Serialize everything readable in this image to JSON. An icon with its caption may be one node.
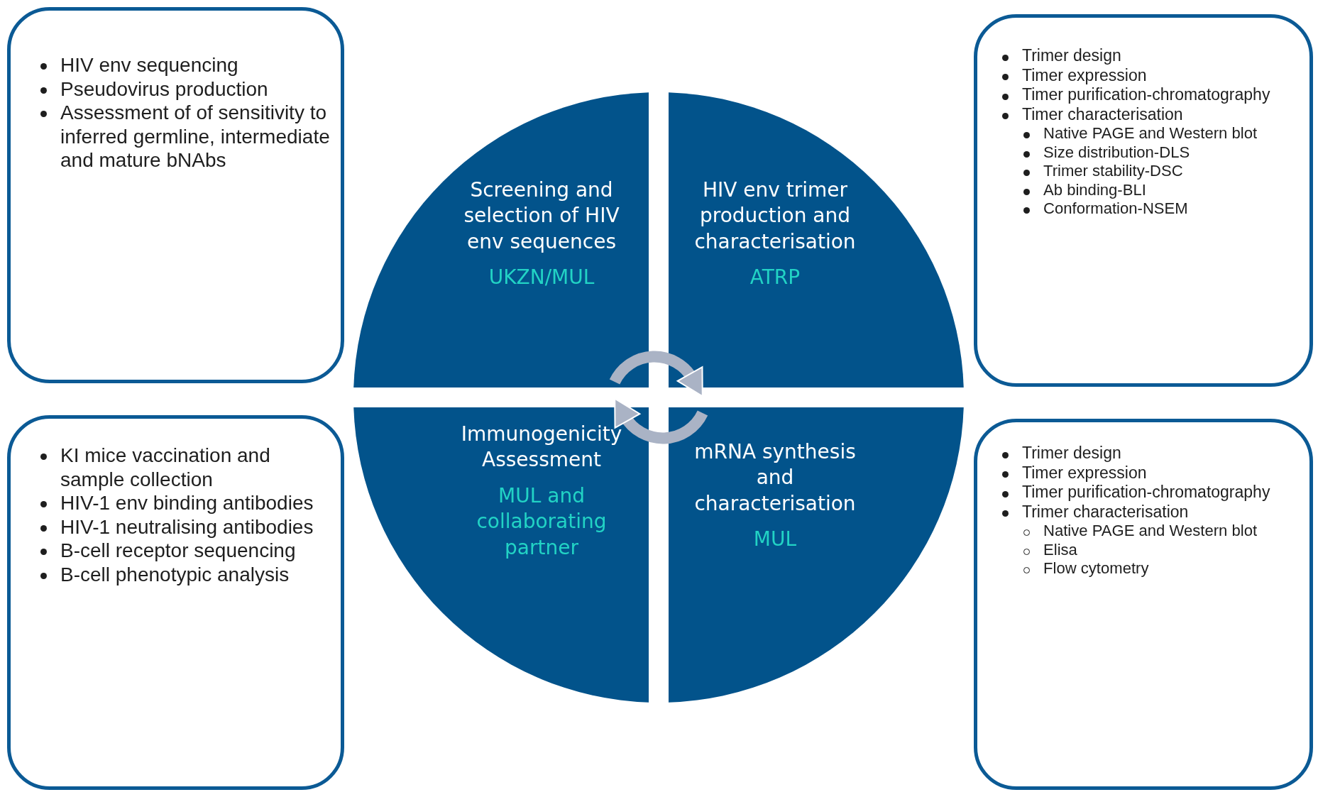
{
  "diagram": {
    "nodes": [
      {
        "text": [
          "HIV env sequencing",
          "Pseudovirus production",
          "Assessment of of sensitivity to inferred germline, intermediate and mature bNAbs"
        ]
      },
      {
        "text": [
          "Screening and selection of HIV env sequences",
          "UKZN/MUL"
        ]
      },
      {
        "text": [
          "HIV env trimer production and characterisation",
          "ATRP"
        ]
      },
      {
        "text": [
          "Trimer design",
          "Timer expression",
          "Timer purification-chromatography",
          "Timer characterisation",
          "Native PAGE and Western blot",
          "Size distribution-DLS",
          "Trimer stability-DSC",
          "Ab binding-BLI",
          "Conformation-NSEM"
        ]
      },
      {
        "text": [
          "KI mice vaccination and sample collection",
          "HIV-1 env binding antibodies",
          "HIV-1 neutralising antibodies",
          "B-cell receptor sequencing",
          "B-cell phenotypic analysis"
        ]
      },
      {
        "text": [
          "Immunogenicity Assessment",
          "MUL and collaborating partner"
        ]
      },
      {
        "text": [
          "mRNA synthesis and characterisation",
          "MUL"
        ]
      },
      {
        "text": [
          "Trimer design",
          "Timer expression",
          "Timer purification-chromatography",
          "Trimer characterisation",
          "Native PAGE and Western blot",
          "Elisa",
          "Flow cytometry"
        ]
      }
    ],
    "edges": [
      {
        "from": 1,
        "to": 2,
        "arrow": "to"
      },
      {
        "from": 6,
        "to": 5,
        "arrow": "to"
      }
    ]
  }
}
